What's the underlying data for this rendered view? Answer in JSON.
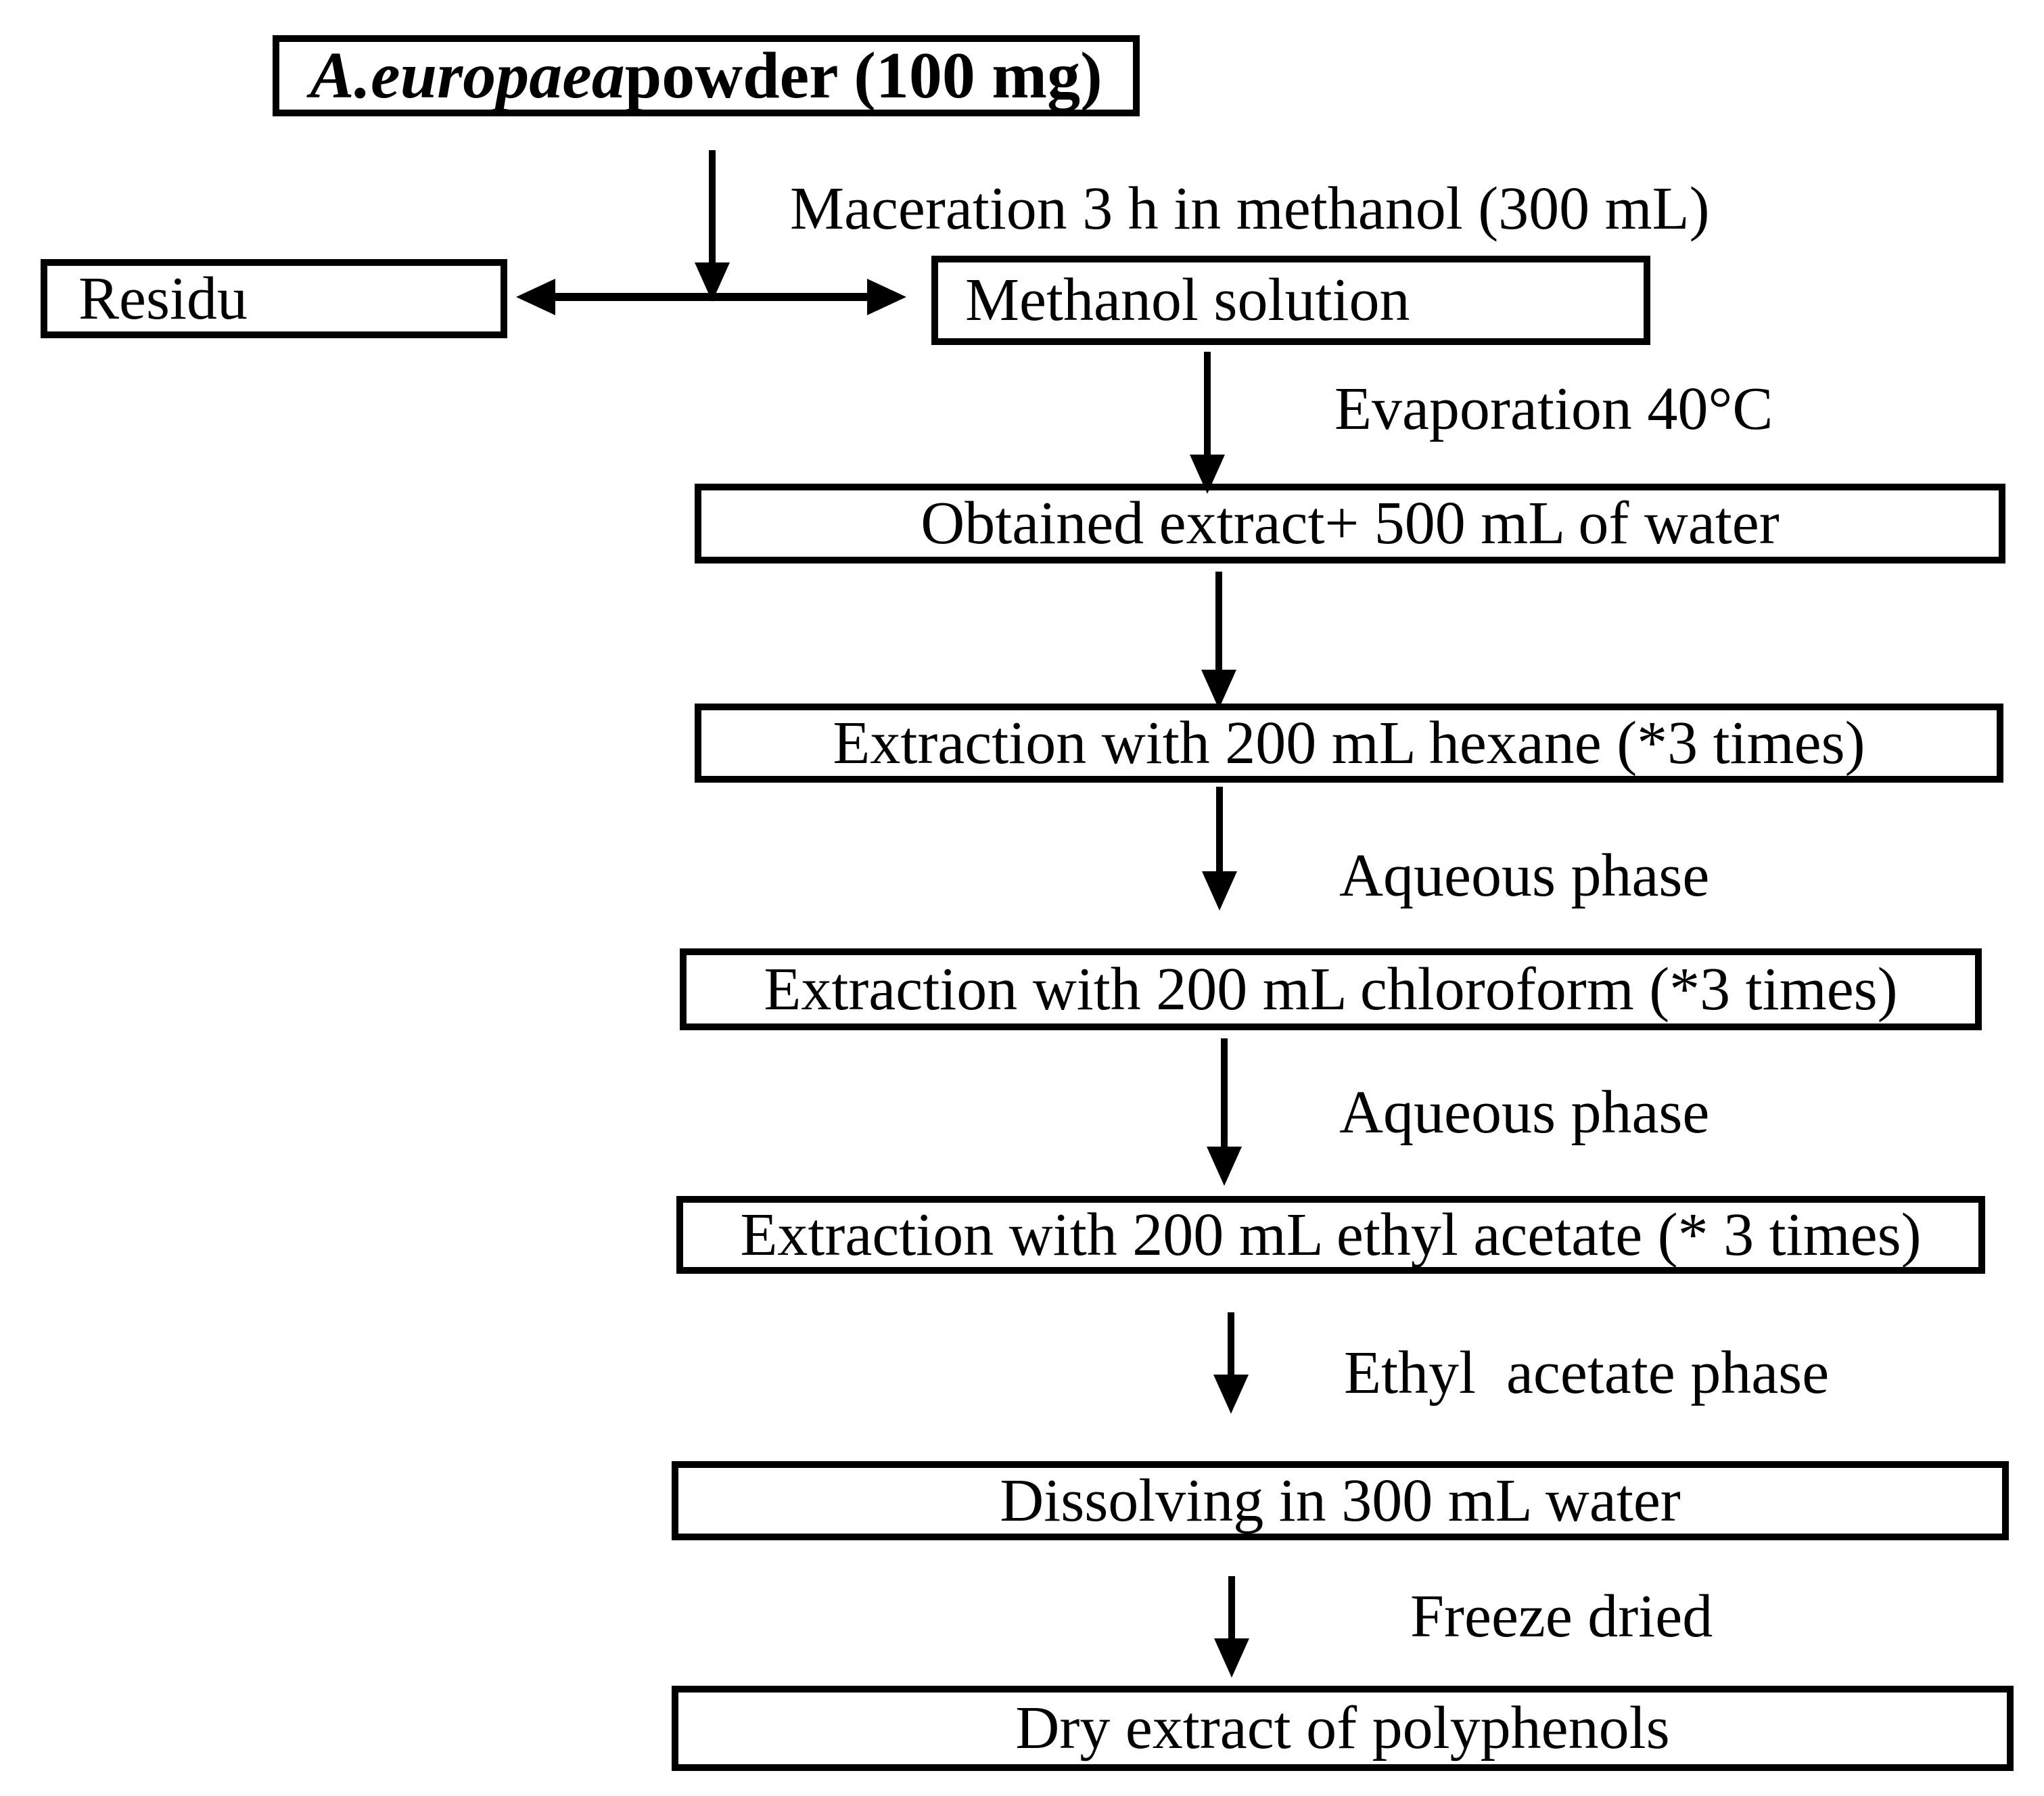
{
  "flowchart": {
    "nodes": {
      "powder": {
        "species": "A.europaea",
        "rest": " powder (100 mg)"
      },
      "residu": "Residu",
      "methanol": "Methanol solution",
      "obtained": "Obtained extract+ 500 mL of water",
      "hexane": "Extraction with 200 mL hexane (*3 times)",
      "chloroform": "Extraction with 200 mL chloroform (*3 times)",
      "ethyl": "Extraction with 200 mL ethyl acetate (* 3 times)",
      "dissolving": "Dissolving in 300 mL water",
      "dry": "Dry extract of polyphenols"
    },
    "labels": {
      "maceration": "Maceration 3 h in methanol (300 mL)",
      "evaporation": "Evaporation 40°C",
      "aqueous1": "Aqueous phase",
      "aqueous2": "Aqueous phase",
      "ethylphase": "Ethyl  acetate phase",
      "freeze": "Freeze dried"
    },
    "colors": {
      "ink": "#000000",
      "background": "#ffffff"
    }
  }
}
